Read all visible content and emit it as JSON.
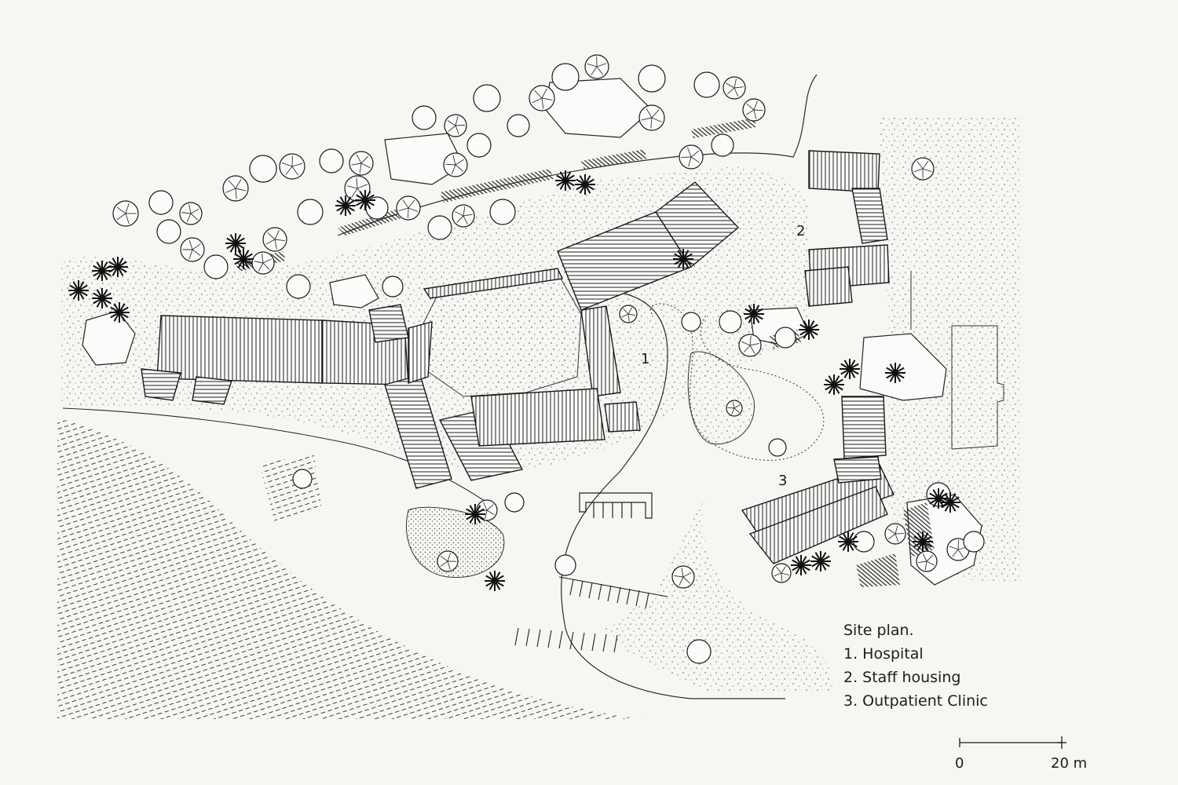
{
  "legend": {
    "title": "Site plan.",
    "items": [
      "1. Hospital",
      "2. Staff housing",
      "3. Outpatient Clinic"
    ]
  },
  "building_labels": {
    "hospital": "1",
    "staff_housing": "2",
    "outpatient_clinic": "3"
  },
  "scale_bar": {
    "start_label": "0",
    "end_label": "20 m"
  },
  "colors": {
    "paper": "#f7f6f3",
    "ink": "#1e1e1e"
  }
}
